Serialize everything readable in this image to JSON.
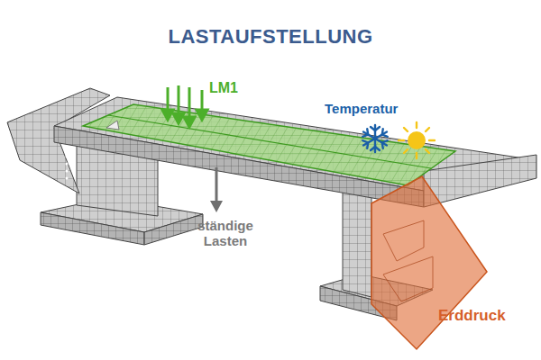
{
  "diagram": {
    "title": "LASTAUFSTELLUNG",
    "labels": [
      "LM1",
      "Temperatur",
      "ständige Lasten",
      "Erddruck"
    ]
  }
}
